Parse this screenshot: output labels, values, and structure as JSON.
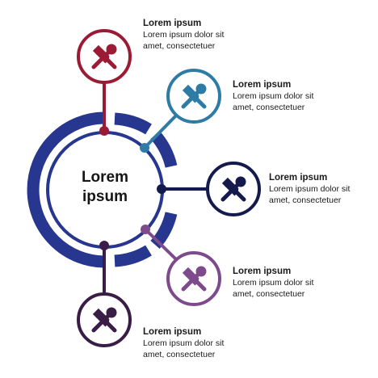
{
  "center": {
    "line1": "Lorem",
    "line2": "ipsum"
  },
  "items": [
    {
      "title": "Lorem ipsum",
      "line1": "Lorem ipsum dolor sit",
      "line2": "amet, consectetuer",
      "icon": "hammer-wrench-icon",
      "color": "#9b1b35"
    },
    {
      "title": "Lorem ipsum",
      "line1": "Lorem ipsum dolor sit",
      "line2": "amet, consectetuer",
      "icon": "hammer-wrench-icon",
      "color": "#2e7ba6"
    },
    {
      "title": "Lorem ipsum",
      "line1": "Lorem ipsum dolor sit",
      "line2": "amet, consectetuer",
      "icon": "hammer-wrench-icon",
      "color": "#141a4c"
    },
    {
      "title": "Lorem ipsum",
      "line1": "Lorem ipsum dolor sit",
      "line2": "amet, consectetuer",
      "icon": "hammer-wrench-icon",
      "color": "#7d4b8c"
    },
    {
      "title": "Lorem ipsum",
      "line1": "Lorem ipsum dolor sit",
      "line2": "amet, consectetuer",
      "icon": "hammer-wrench-icon",
      "color": "#3a1d47"
    }
  ],
  "ring_color": "#27368f"
}
